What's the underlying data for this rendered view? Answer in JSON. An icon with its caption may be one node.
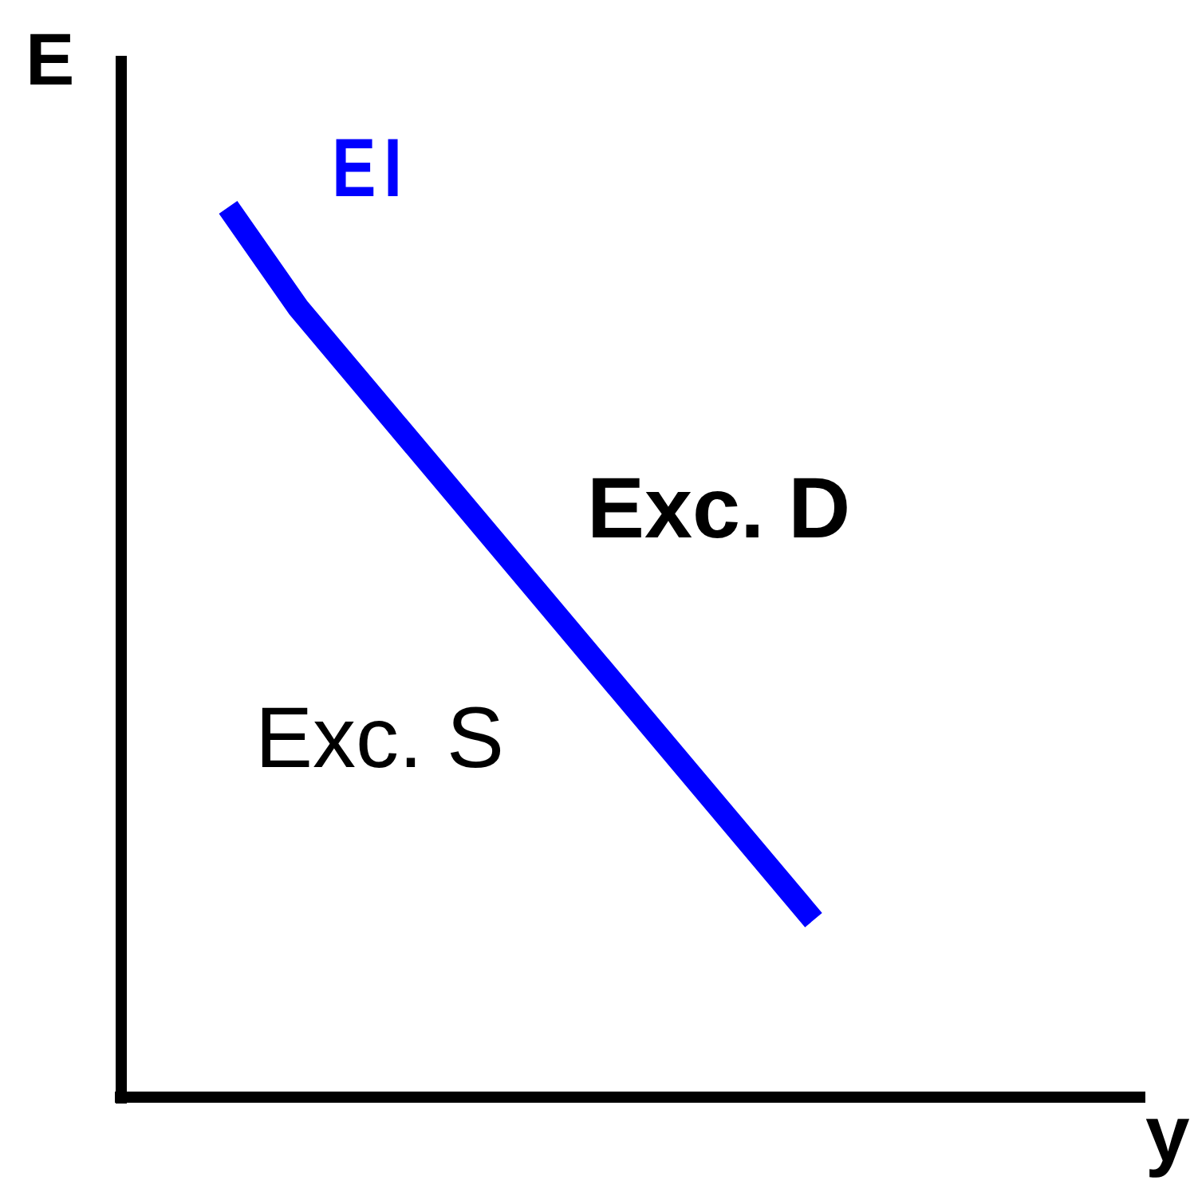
{
  "diagram": {
    "labels": [
      "E",
      "EI",
      "Exc. D",
      "Exc. S",
      "y"
    ]
  }
}
